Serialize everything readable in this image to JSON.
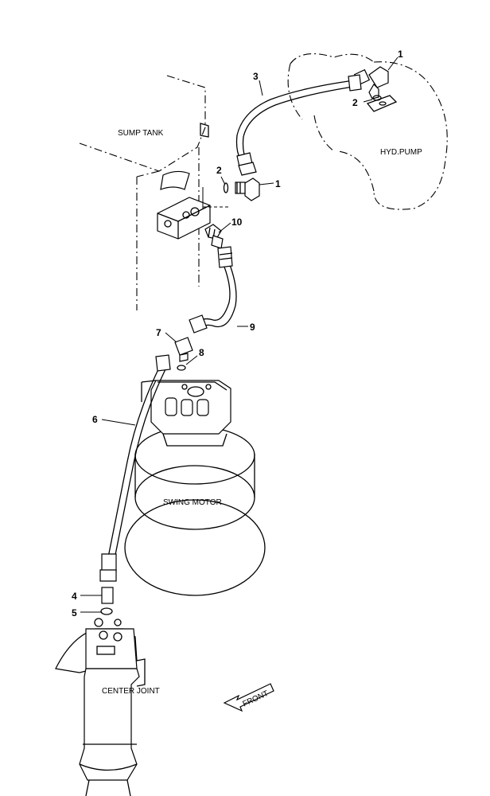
{
  "labels": {
    "sump_tank": "SUMP TANK",
    "hyd_pump": "HYD.PUMP",
    "swing_motor": "SWING MOTOR",
    "center_joint": "CENTER JOINT",
    "front": "FRONT"
  },
  "callouts": {
    "c1a": "1",
    "c1b": "1",
    "c2a": "2",
    "c2b": "2",
    "c3": "3",
    "c4": "4",
    "c5": "5",
    "c6": "6",
    "c7": "7",
    "c8": "8",
    "c9": "9",
    "c10": "10"
  }
}
